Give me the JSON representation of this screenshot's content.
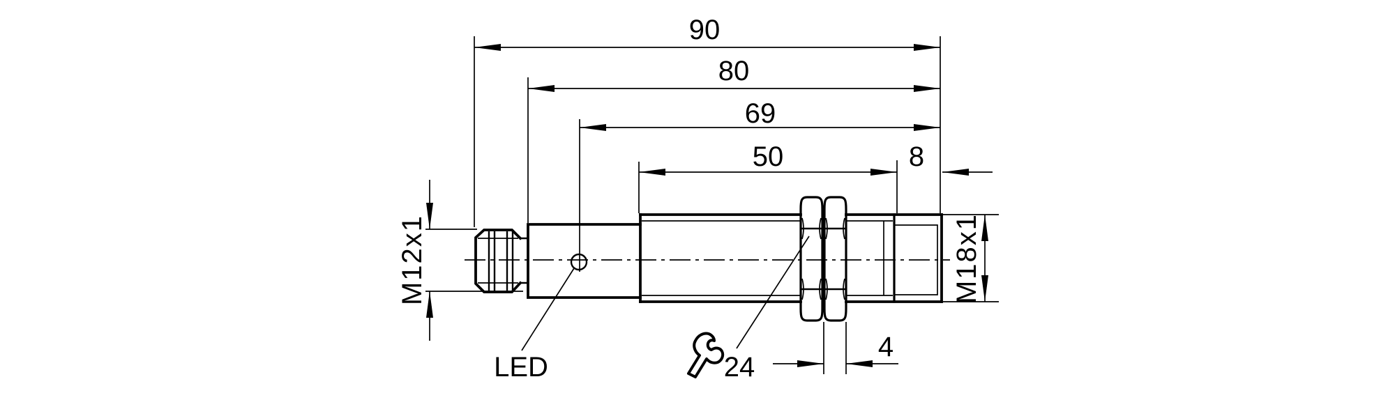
{
  "drawing": {
    "labels": {
      "dim_overall": "90",
      "dim_housing": "80",
      "dim_led": "69",
      "dim_thread": "50",
      "dim_tip": "8",
      "dim_nut": "4",
      "thread_connector": "M12x1",
      "thread_body": "M18x1",
      "wrench_size": "24",
      "led": "LED"
    },
    "colors": {
      "line": "#000000",
      "background": "#ffffff"
    },
    "icons": {
      "wrench": "open-end-wrench-icon"
    }
  }
}
